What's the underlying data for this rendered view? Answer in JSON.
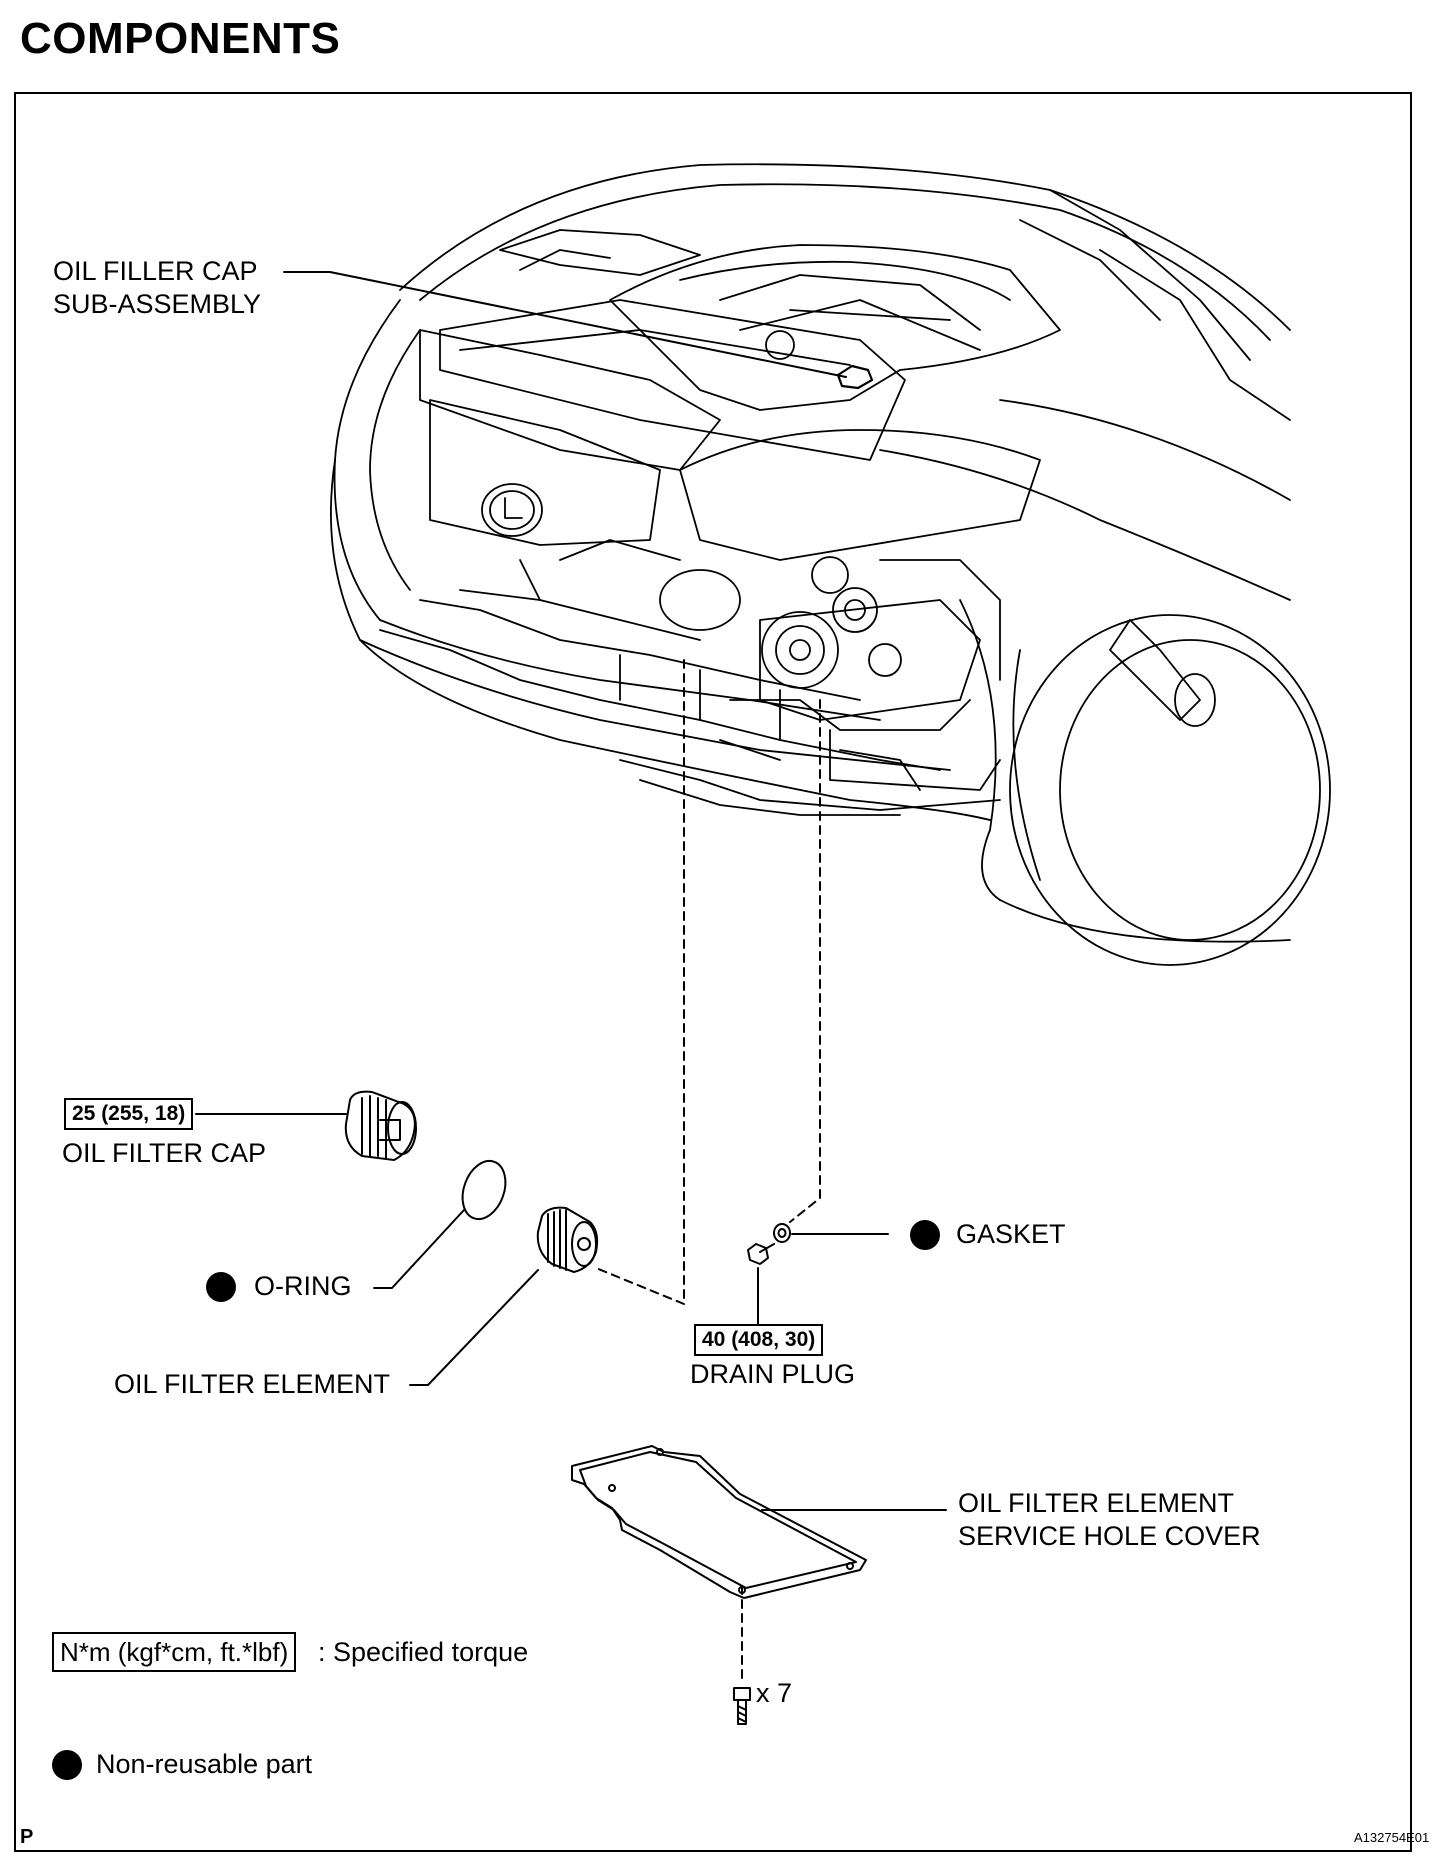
{
  "title": "COMPONENTS",
  "labels": {
    "oil_filler_cap_line1": "OIL FILLER CAP",
    "oil_filler_cap_line2": "SUB-ASSEMBLY",
    "oil_filter_cap": "OIL FILTER CAP",
    "o_ring": "O-RING",
    "oil_filter_element": "OIL FILTER ELEMENT",
    "gasket": "GASKET",
    "drain_plug": "DRAIN PLUG",
    "service_hole_cover_line1": "OIL FILTER ELEMENT",
    "service_hole_cover_line2": "SERVICE HOLE COVER",
    "bolt_qty": "x 7"
  },
  "torque": {
    "oil_filter_cap": "25 (255, 18)",
    "drain_plug": "40 (408, 30)"
  },
  "legend": {
    "torque_units": "N*m (kgf*cm, ft.*lbf)",
    "torque_desc": ": Specified torque",
    "non_reusable": "Non-reusable part"
  },
  "footer": {
    "left_mark": "P",
    "figure_id": "A132754E01"
  }
}
